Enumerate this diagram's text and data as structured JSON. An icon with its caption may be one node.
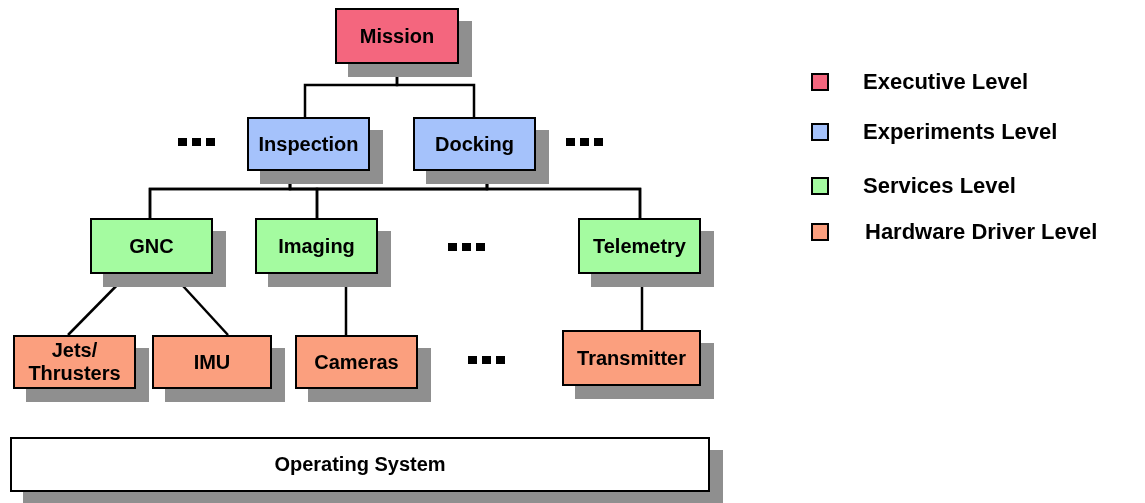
{
  "diagram": {
    "nodes": [
      {
        "text": [
          "Mission"
        ]
      },
      {
        "text": [
          "Inspection"
        ]
      },
      {
        "text": [
          "Docking"
        ]
      },
      {
        "text": [
          "GNC"
        ]
      },
      {
        "text": [
          "Imaging"
        ]
      },
      {
        "text": [
          "Telemetry"
        ]
      },
      {
        "text": [
          "Jets/ Thrusters"
        ]
      },
      {
        "text": [
          "IMU"
        ]
      },
      {
        "text": [
          "Cameras"
        ]
      },
      {
        "text": [
          "Transmitter"
        ]
      },
      {
        "text": [
          "Operating System"
        ]
      }
    ],
    "edges": [
      {
        "from": 0,
        "to": 1,
        "arrow": "none"
      },
      {
        "from": 0,
        "to": 2,
        "arrow": "none"
      },
      {
        "from": 1,
        "to": 3,
        "arrow": "none"
      },
      {
        "from": 1,
        "to": 4,
        "arrow": "none"
      },
      {
        "from": 1,
        "to": 5,
        "arrow": "none"
      },
      {
        "from": 2,
        "to": 3,
        "arrow": "none"
      },
      {
        "from": 2,
        "to": 4,
        "arrow": "none"
      },
      {
        "from": 2,
        "to": 5,
        "arrow": "none"
      },
      {
        "from": 3,
        "to": 6,
        "arrow": "none"
      },
      {
        "from": 3,
        "to": 7,
        "arrow": "none"
      },
      {
        "from": 4,
        "to": 8,
        "arrow": "none"
      },
      {
        "from": 5,
        "to": 9,
        "arrow": "none"
      }
    ],
    "legend": [
      {
        "text": "Executive Level",
        "color": "#f4667e"
      },
      {
        "text": "Experiments Level",
        "color": "#a5c2fb"
      },
      {
        "text": "Services Level",
        "color": "#a4fba0"
      },
      {
        "text": "Hardware Driver Level",
        "color": "#fb9f7e"
      }
    ]
  }
}
